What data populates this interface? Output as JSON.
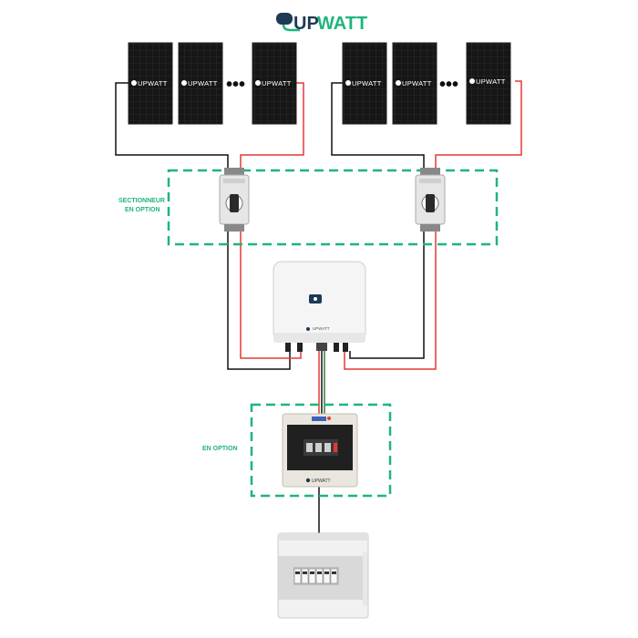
{
  "logo": {
    "part_up": "UP",
    "part_watt": "WATT"
  },
  "panel_brand": "UPWATT",
  "panels_group_left": [
    "UPWATT",
    "UPWATT",
    "UPWATT"
  ],
  "panels_group_right": [
    "UPWATT",
    "UPWATT",
    "UPWATT"
  ],
  "ellipsis": "•••",
  "labels": {
    "disconnector_line1": "SECTIONNEUR",
    "disconnector_line2": "EN OPTION",
    "ac_box_option": "EN OPTION"
  },
  "inverter_brand": "UPWATT",
  "ac_box_brand": "UPWATT",
  "colors": {
    "accent": "#1fb57a",
    "logo_dark": "#1e3a56",
    "wire_positive": "#e53935",
    "wire_negative": "#111111",
    "wire_ground": "#2e7d32",
    "panel": "#141414"
  }
}
